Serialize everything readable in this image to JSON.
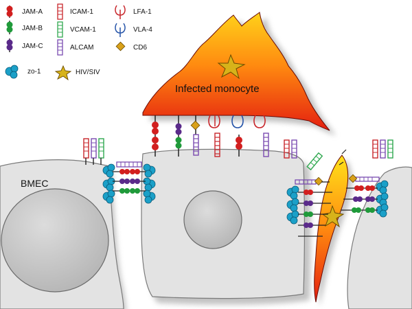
{
  "legend": {
    "jam_a": "JAM-A",
    "jam_b": "JAM-B",
    "jam_c": "JAM-C",
    "zo_1": "zo-1",
    "icam_1": "ICAM-1",
    "vcam_1": "VCAM-1",
    "alcam": "ALCAM",
    "hiv_siv": "HIV/SIV",
    "lfa_1": "LFA-1",
    "vla_4": "VLA-4",
    "cd6": "CD6"
  },
  "labels": {
    "monocyte": "Infected monocyte",
    "bmec": "BMEC"
  },
  "colors": {
    "jam_a": "#d21f1f",
    "jam_b": "#1f9a3a",
    "jam_c": "#5a2a8a",
    "icam_1": "#c8262b",
    "vcam_1": "#2fa84f",
    "alcam": "#7a4bb0",
    "lfa_1": "#c8262b",
    "vla_4": "#2453a8",
    "cd6": "#d9a11a",
    "zo_1": "#1ba0c8",
    "cell": "#e3e3e3",
    "cell_stroke": "#7a7a7a"
  },
  "icons": {
    "jam": "double-bead-icon",
    "icam": "ladder-icon",
    "integrin": "loop-icon",
    "cd6": "diamond-icon",
    "zo_1": "cluster-icon",
    "virus": "star-icon"
  }
}
